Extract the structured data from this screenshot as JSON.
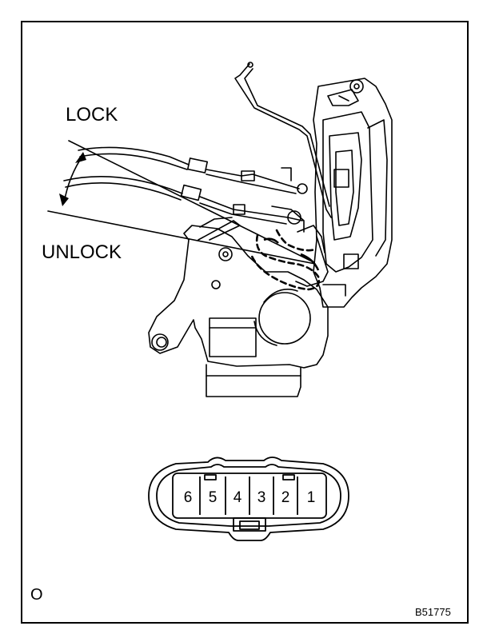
{
  "labels": {
    "lock": "LOCK",
    "unlock": "UNLOCK",
    "corner_mark": "O",
    "figure_code": "B51775"
  },
  "connector": {
    "pins": [
      "6",
      "5",
      "4",
      "3",
      "2",
      "1"
    ]
  },
  "colors": {
    "line": "#000000",
    "background": "#ffffff"
  }
}
